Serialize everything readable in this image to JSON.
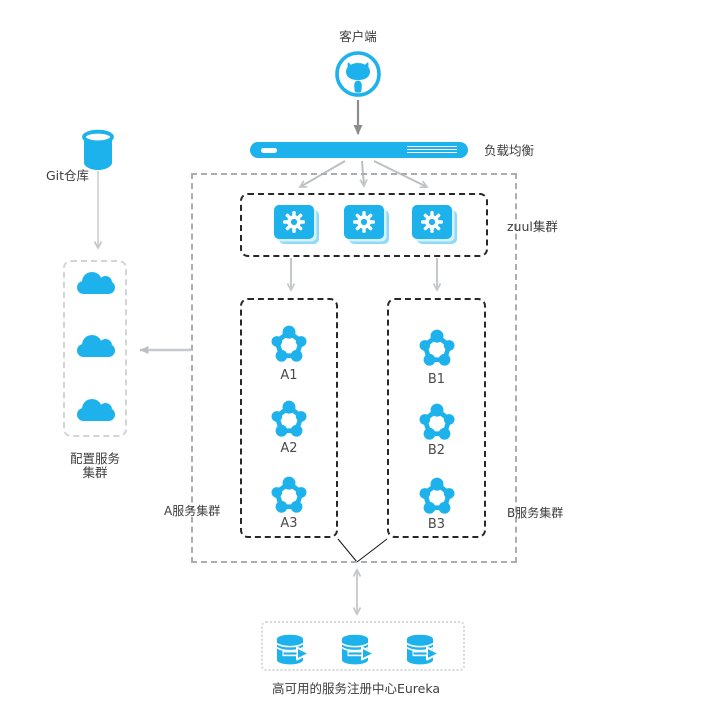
{
  "diagram": {
    "client": {
      "label": "客户端",
      "icon": "github-octocat-icon"
    },
    "load_balancer": {
      "label": "负载均衡",
      "icon": "load-balancer-bar"
    },
    "zuul_cluster": {
      "label": "zuul集群",
      "node_count": 3,
      "node_icon": "gear-stack-icon"
    },
    "service_cluster_a": {
      "label": "A服务集群",
      "node_icon": "service-cluster-icon",
      "nodes": [
        "A1",
        "A2",
        "A3"
      ]
    },
    "service_cluster_b": {
      "label": "B服务集群",
      "node_icon": "service-cluster-icon",
      "nodes": [
        "B1",
        "B2",
        "B3"
      ]
    },
    "git_repo": {
      "label": "Git仓库",
      "icon": "database-cylinder-icon"
    },
    "config_cluster": {
      "label_line1": "配置服务",
      "label_line2": "集群",
      "node_count": 3,
      "node_icon": "cloud-icon"
    },
    "eureka_cluster": {
      "label": "高可用的服务注册中心Eureka",
      "node_count": 3,
      "node_icon": "database-sync-icon"
    },
    "colors": {
      "accent": "#1eb2ec",
      "arrow_light": "#c2c5c8",
      "arrow_dark": "#8d8d8d",
      "text": "#3d3d3d"
    }
  }
}
